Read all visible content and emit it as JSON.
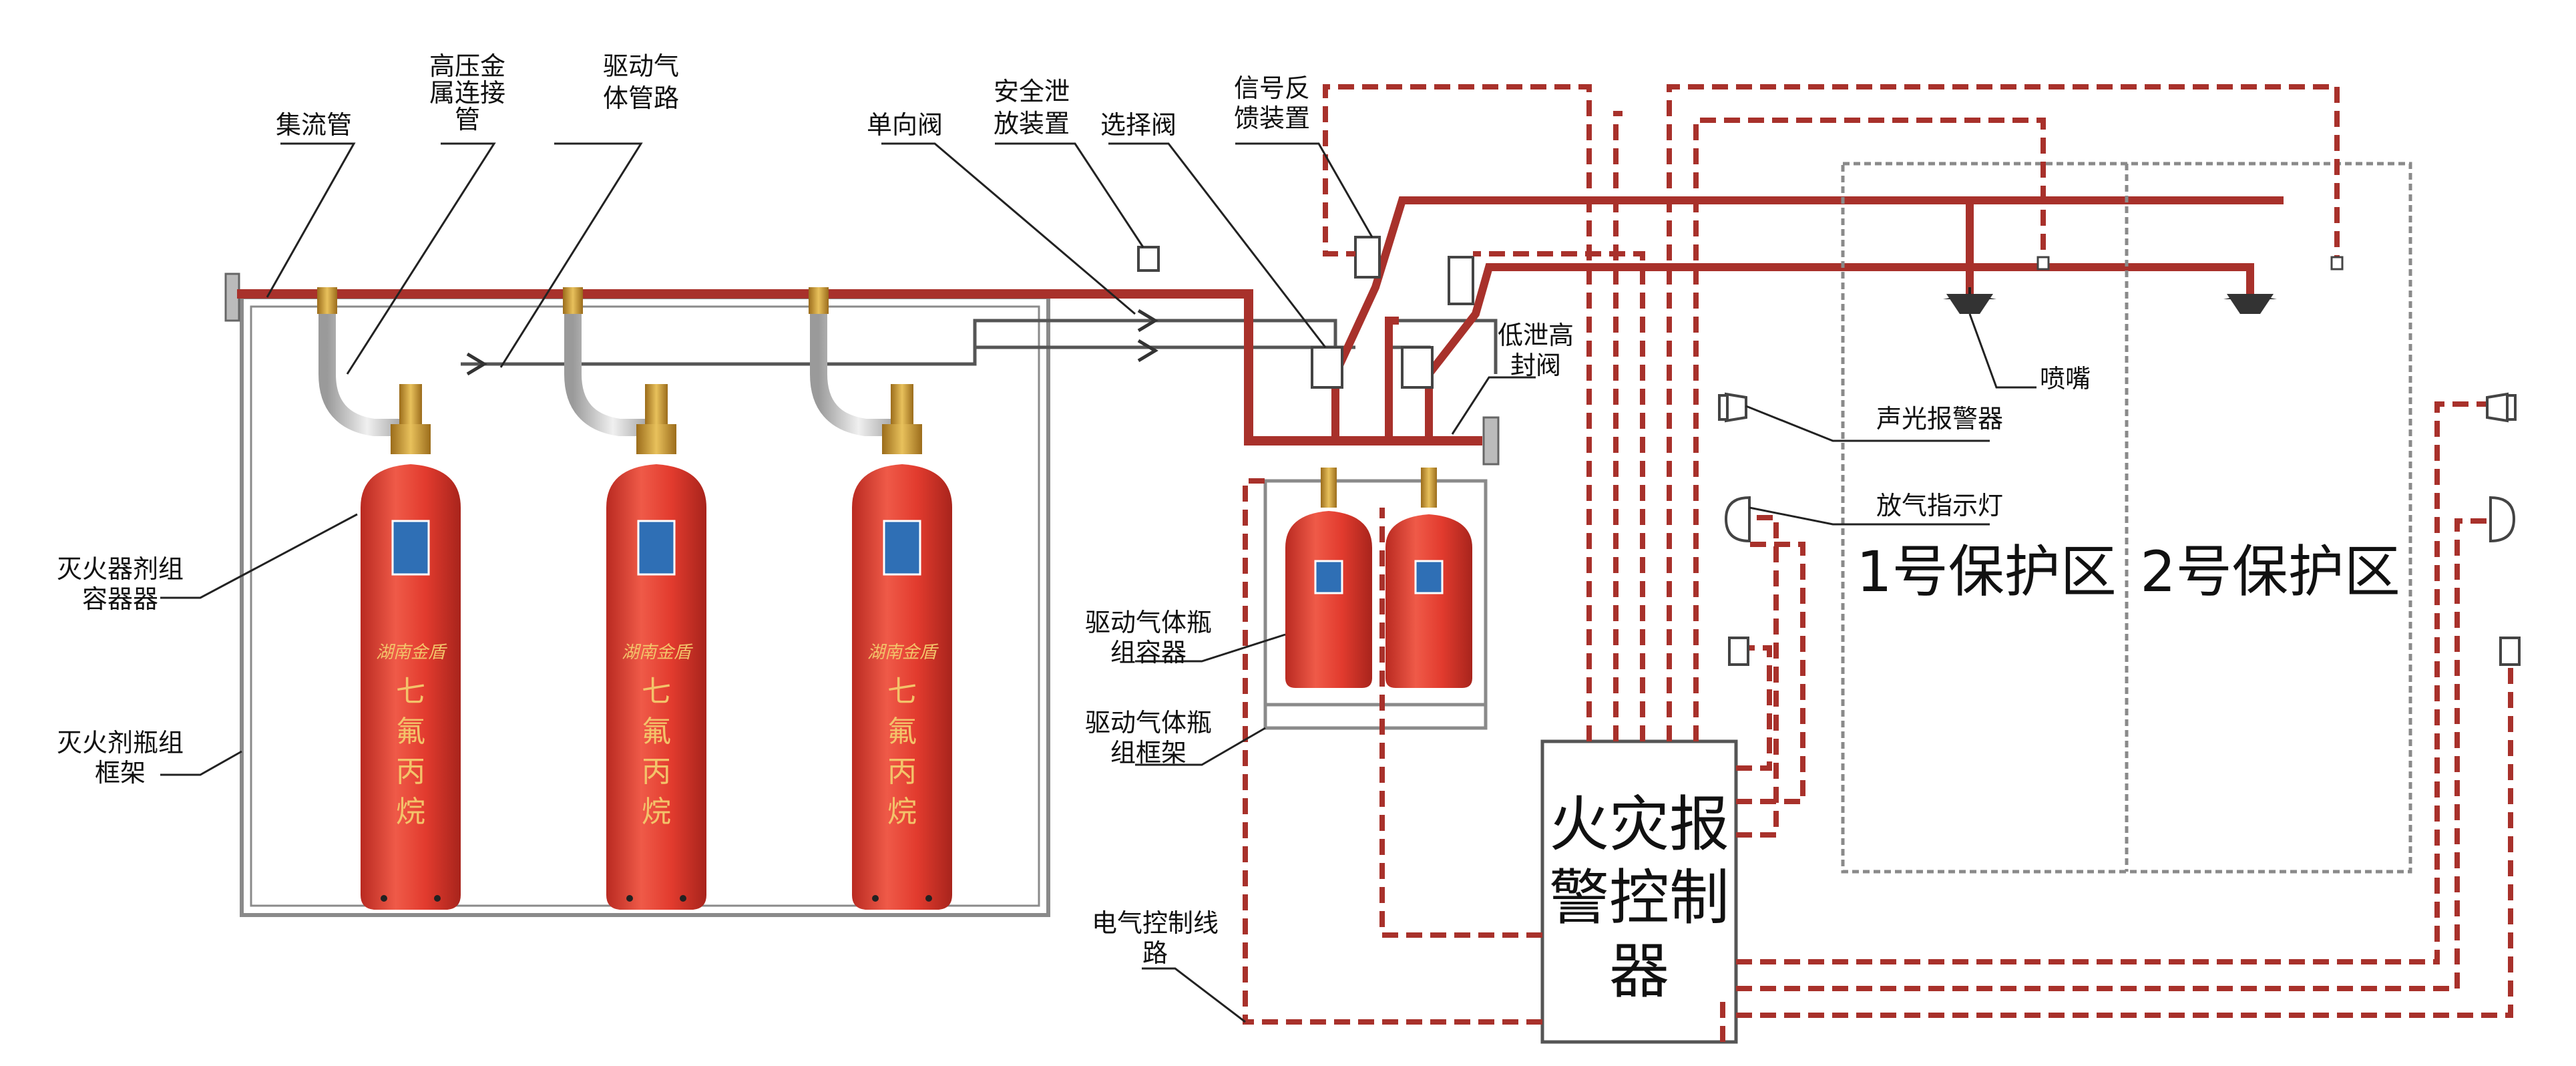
{
  "colors": {
    "pipe": "#a8312b",
    "wire": "#a8312b",
    "frame": "#8a8a8a",
    "bottle": "#e23b2e",
    "bottle_dark": "#b92a21",
    "brass": "#c8932f",
    "zone_border": "#8a8a8a",
    "leader": "#222222"
  },
  "labels": {
    "collector_pipe": "集流管",
    "high_pressure_hose_1": "高压金",
    "high_pressure_hose_2": "属连接",
    "high_pressure_hose_3": "管",
    "drive_gas_pipe_1": "驱动气",
    "drive_gas_pipe_2": "体管路",
    "check_valve": "单向阀",
    "safety_relief_1": "安全泄",
    "safety_relief_2": "放装置",
    "selector_valve": "选择阀",
    "signal_feedback_1": "信号反",
    "signal_feedback_2": "馈装置",
    "low_leak_valve_1": "低泄高",
    "low_leak_valve_2": "封阀",
    "nozzle": "喷嘴",
    "sound_light_alarm": "声光报警器",
    "discharge_light": "放气指示灯",
    "agent_container_1": "灭火器剂组",
    "agent_container_2": "容器器",
    "agent_frame_1": "灭火剂瓶组",
    "agent_frame_2": "框架",
    "drive_container_1": "驱动气体瓶",
    "drive_container_2": "组容器",
    "drive_frame_1": "驱动气体瓶",
    "drive_frame_2": "组框架",
    "electric_line_1": "电气控制线",
    "electric_line_2": "路"
  },
  "zones": {
    "zone1": "1号保护区",
    "zone2": "2号保护区"
  },
  "controller": {
    "line1": "火灾报",
    "line2": "警控制",
    "line3": "器"
  },
  "bottle_text": {
    "brand": "湖南金盾",
    "agent_1": "七",
    "agent_2": "氟",
    "agent_3": "丙",
    "agent_4": "烷"
  }
}
